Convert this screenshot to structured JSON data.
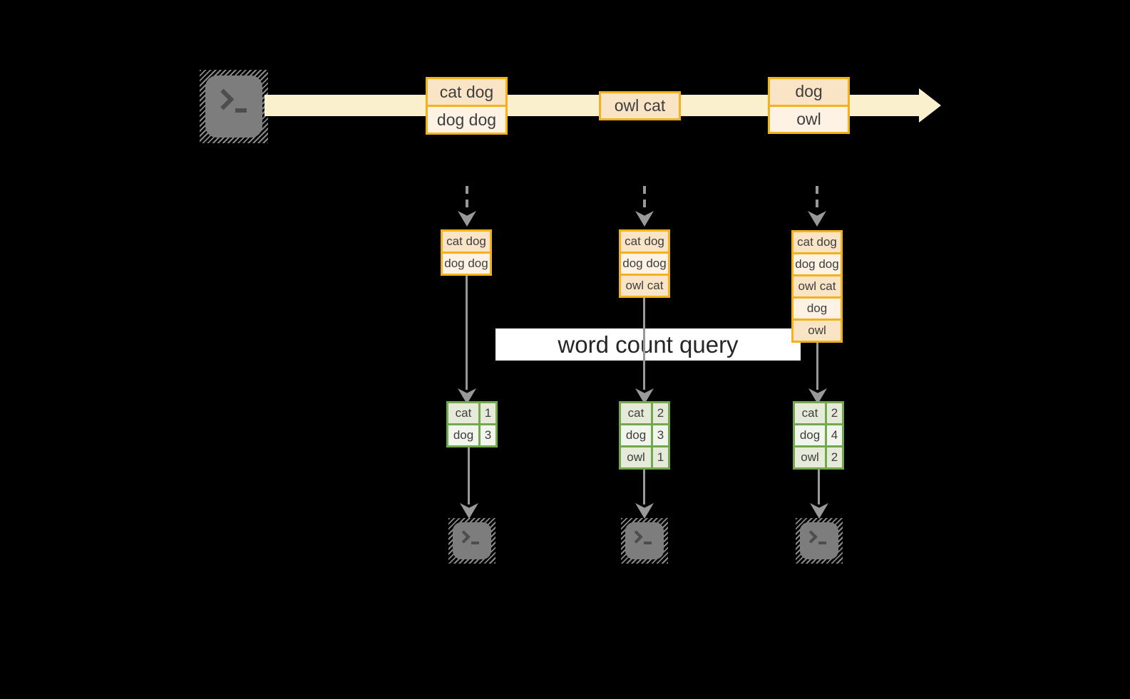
{
  "banner": {
    "label": "word count query"
  },
  "stream": {
    "events": [
      {
        "lines": [
          "cat dog",
          "dog dog"
        ]
      },
      {
        "lines": [
          "owl cat"
        ]
      },
      {
        "lines": [
          "dog",
          "owl"
        ]
      }
    ]
  },
  "columns": [
    {
      "input_rows": [
        "cat dog",
        "dog dog"
      ],
      "result_rows": [
        {
          "word": "cat",
          "count": "1"
        },
        {
          "word": "dog",
          "count": "3"
        }
      ]
    },
    {
      "input_rows": [
        "cat dog",
        "dog dog",
        "owl cat"
      ],
      "result_rows": [
        {
          "word": "cat",
          "count": "2"
        },
        {
          "word": "dog",
          "count": "3"
        },
        {
          "word": "owl",
          "count": "1"
        }
      ]
    },
    {
      "input_rows": [
        "cat dog",
        "dog dog",
        "owl cat",
        "dog",
        "owl"
      ],
      "result_rows": [
        {
          "word": "cat",
          "count": "2"
        },
        {
          "word": "dog",
          "count": "4"
        },
        {
          "word": "owl",
          "count": "2"
        }
      ]
    }
  ],
  "icons": {
    "source": "terminal-icon",
    "sinks": [
      "terminal-icon",
      "terminal-icon",
      "terminal-icon"
    ],
    "stream_arrow": "arrow-right-icon",
    "column_arrows": "arrow-down-icon"
  },
  "colors": {
    "background": "#000000",
    "stream_band": "#FAF0CD",
    "event_box_border": "#F3B11C",
    "event_cell_dark": "#FAE4C6",
    "event_cell_light": "#FDF2E3",
    "result_table_border": "#72A84E",
    "result_row_dark": "#E5EBD8",
    "result_row_light": "#F2F5EC",
    "arrow_gray": "#999999",
    "terminal_gray": "#7D7D7D",
    "banner_bg": "#FFFFFF"
  }
}
